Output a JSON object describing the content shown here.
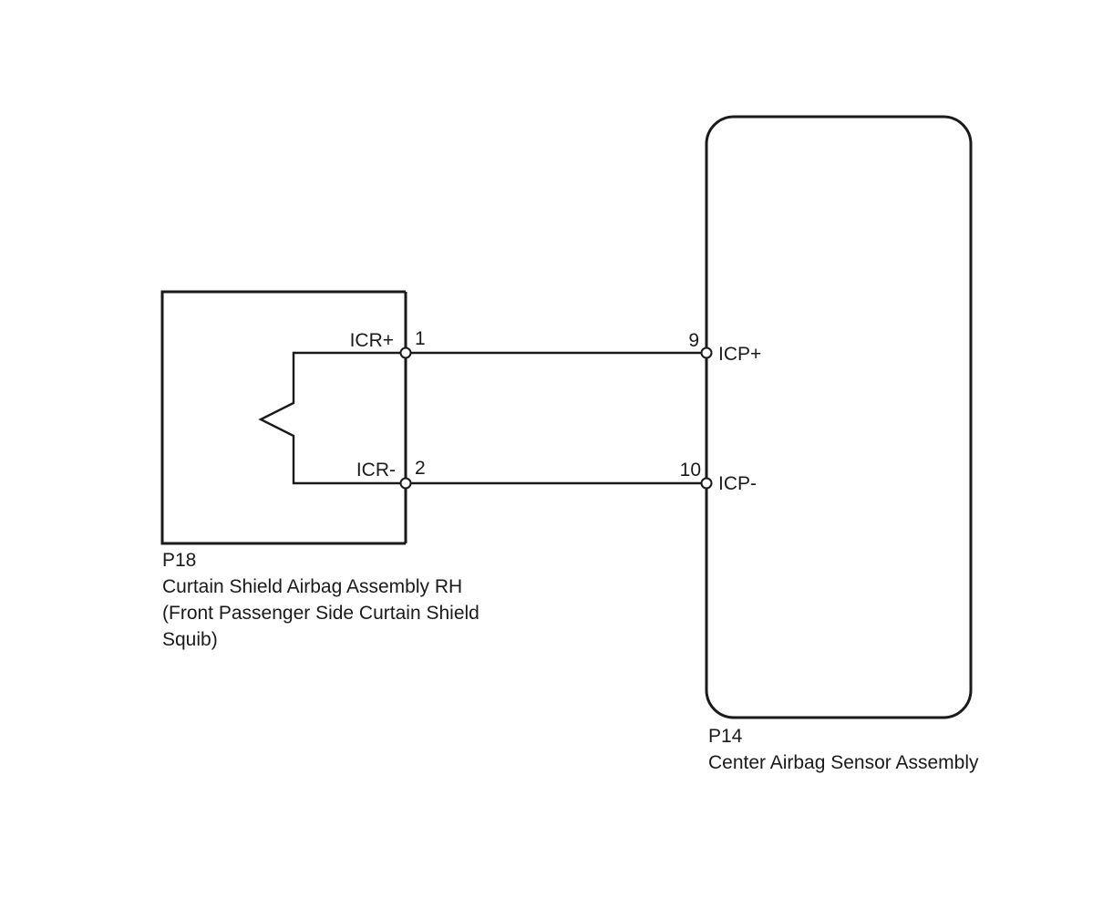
{
  "components": {
    "squib_assembly": {
      "connector_id": "P18",
      "name_line1": "Curtain Shield Airbag Assembly RH",
      "name_line2": "(Front Passenger Side Curtain Shield",
      "name_line3": "Squib)",
      "pins": [
        {
          "signal": "ICR+",
          "number": "1"
        },
        {
          "signal": "ICR-",
          "number": "2"
        }
      ]
    },
    "sensor_assembly": {
      "connector_id": "P14",
      "name": "Center Airbag Sensor Assembly",
      "pins": [
        {
          "signal": "ICP+",
          "number": "9"
        },
        {
          "signal": "ICP-",
          "number": "10"
        }
      ]
    }
  },
  "colors": {
    "line": "#1a1a1a",
    "background": "#ffffff"
  }
}
